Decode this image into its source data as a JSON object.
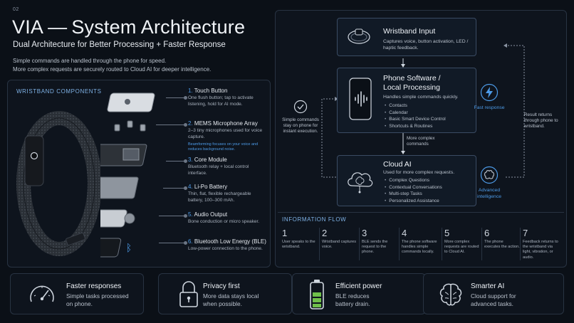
{
  "header": {
    "page_number": "02",
    "title_main": "VIA",
    "title_dash": "—",
    "title_rest": "System Architecture",
    "subtitle": "Dual Architecture for Better Processing + Faster Response",
    "intro_line1": "Simple commands are handled through the phone for speed.",
    "intro_line2": "More complex requests are securely routed to Cloud AI for deeper intelligence."
  },
  "wristband": {
    "heading": "WRISTBAND COMPONENTS",
    "components": [
      {
        "num": "1.",
        "title": "Touch Button",
        "desc": "One flush button; tap to activate listening, hold for AI mode.",
        "note": ""
      },
      {
        "num": "2.",
        "title": "MEMS Microphone Array",
        "desc": "2–3 tiny microphones used for voice capture.",
        "note": "Beamforming focuses on your voice and reduces background noise."
      },
      {
        "num": "3.",
        "title": "Core Module",
        "desc": "Bluetooth relay + local control interface.",
        "note": ""
      },
      {
        "num": "4.",
        "title": "Li-Po Battery",
        "desc": "Thin, flat, flexible rechargeable battery, 100–300 mAh.",
        "note": ""
      },
      {
        "num": "5.",
        "title": "Audio Output",
        "desc": "Bone conduction or micro speaker.",
        "note": ""
      },
      {
        "num": "6.",
        "title": "Bluetooth Low Energy (BLE)",
        "desc": "Low-power connection to the phone.",
        "note": ""
      }
    ]
  },
  "architecture": {
    "wristband_input": {
      "title": "Wristband Input",
      "desc": "Captures voice, button activation, LED / haptic feedback."
    },
    "phone": {
      "title_line1": "Phone Software /",
      "title_line2": "Local Processing",
      "desc": "Handles simple commands quickly.",
      "items": [
        "Contacts",
        "Calendar",
        "Basic Smart Device Control",
        "Shortcuts & Routines"
      ]
    },
    "cloud": {
      "title": "Cloud AI",
      "desc": "Used for more complex requests.",
      "items": [
        "Complex Questions",
        "Contextual Conversations",
        "Multi-step Tasks",
        "Personalized Assistance"
      ]
    },
    "left_note": "Simple commands stay on phone for instant execution.",
    "right_note": "Result returns through phone to wristband.",
    "mid_label": "More complex commands",
    "fast_label": "Fast response",
    "advanced_label": "Advanced intelligence"
  },
  "flow": {
    "heading": "INFORMATION FLOW",
    "steps": [
      {
        "num": "1",
        "text": "User speaks to the wristband."
      },
      {
        "num": "2",
        "text": "Wristband captures voice."
      },
      {
        "num": "3",
        "text": "BLE sends the request to the phone."
      },
      {
        "num": "4",
        "text": "The phone software handles simple commands locally."
      },
      {
        "num": "5",
        "text": "More complex requests are routed to Cloud AI."
      },
      {
        "num": "6",
        "text": "The phone executes the action."
      },
      {
        "num": "7",
        "text": "Feedback returns to the wristband via light, vibration, or audio."
      }
    ]
  },
  "benefits": [
    {
      "title": "Faster responses",
      "desc_line1": "Simple tasks processed",
      "desc_line2": "on phone.",
      "icon": "speedometer-icon"
    },
    {
      "title": "Privacy first",
      "desc_line1": "More data stays local",
      "desc_line2": "when possible.",
      "icon": "lock-icon"
    },
    {
      "title": "Efficient power",
      "desc_line1": "BLE reduces",
      "desc_line2": "battery drain.",
      "icon": "battery-icon"
    },
    {
      "title": "Smarter AI",
      "desc_line1": "Cloud support for",
      "desc_line2": "advanced tasks.",
      "icon": "brain-icon"
    }
  ],
  "colors": {
    "accent": "#4d9be8",
    "background": "#0b1017",
    "panel_border": "#283342"
  }
}
